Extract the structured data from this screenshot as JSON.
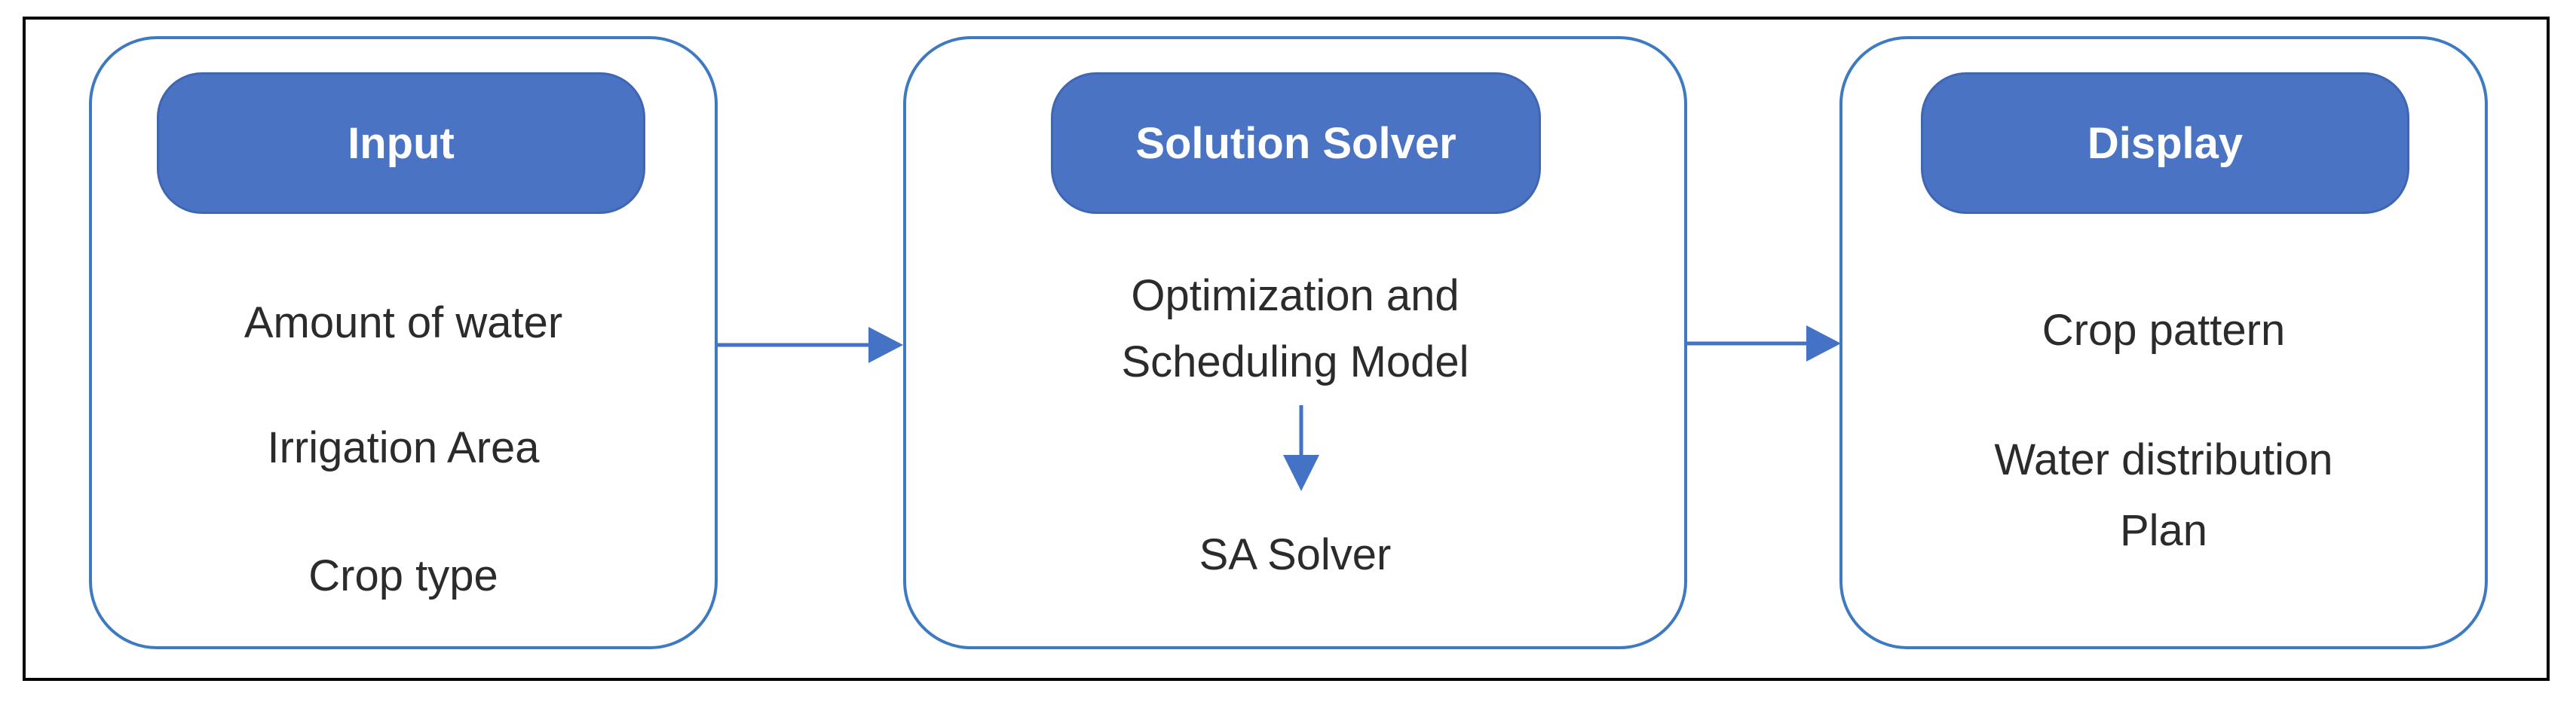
{
  "input": {
    "title": "Input",
    "items": [
      "Amount of water",
      "Irrigation Area",
      "Crop type"
    ]
  },
  "solver": {
    "title": "Solution Solver",
    "model_line1": "Optimization and",
    "model_line2": "Scheduling Model",
    "solver_label": "SA Solver"
  },
  "display": {
    "title": "Display",
    "item1": "Crop pattern",
    "item2_line1": "Water distribution",
    "item2_line2": "Plan"
  },
  "colors": {
    "panel_border": "#3e7ac2",
    "pill_fill": "#4a73c4",
    "arrow": "#4472c4",
    "frame": "#000000"
  }
}
